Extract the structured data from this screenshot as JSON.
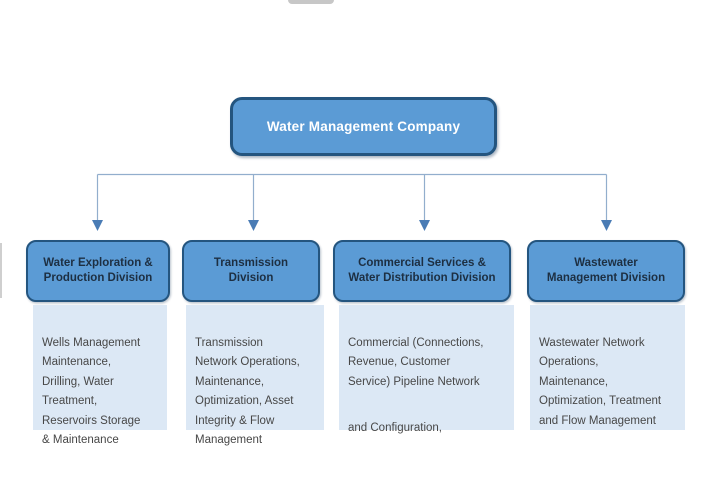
{
  "root": {
    "title": "Water Management Company"
  },
  "divisions": [
    {
      "title": "Water Exploration &\nProduction Division",
      "description": "Wells Management\nMaintenance,\nDrilling, Water\nTreatment,\nReservoirs Storage\n& Maintenance"
    },
    {
      "title": "Transmission\nDivision",
      "description": "Transmission\nNetwork Operations,\nMaintenance,\nOptimization, Asset\nIntegrity & Flow\nManagement"
    },
    {
      "title": "Commercial Services &\nWater Distribution Division",
      "description": "Commercial (Connections,\nRevenue, Customer\nService) Pipeline Network",
      "description2": "and Configuration,"
    },
    {
      "title": "Wastewater\nManagement Division",
      "description": "Wastewater Network\nOperations,\nMaintenance,\nOptimization, Treatment\nand Flow Management"
    }
  ],
  "colors": {
    "node_fill": "#5b9bd5",
    "node_border": "#24557f",
    "root_text": "#ffffff",
    "division_text": "#1d2f42",
    "description_bg": "#dce8f5",
    "description_text": "#474747",
    "connector_line": "#92aecd",
    "connector_arrow": "#4a7cb5"
  }
}
